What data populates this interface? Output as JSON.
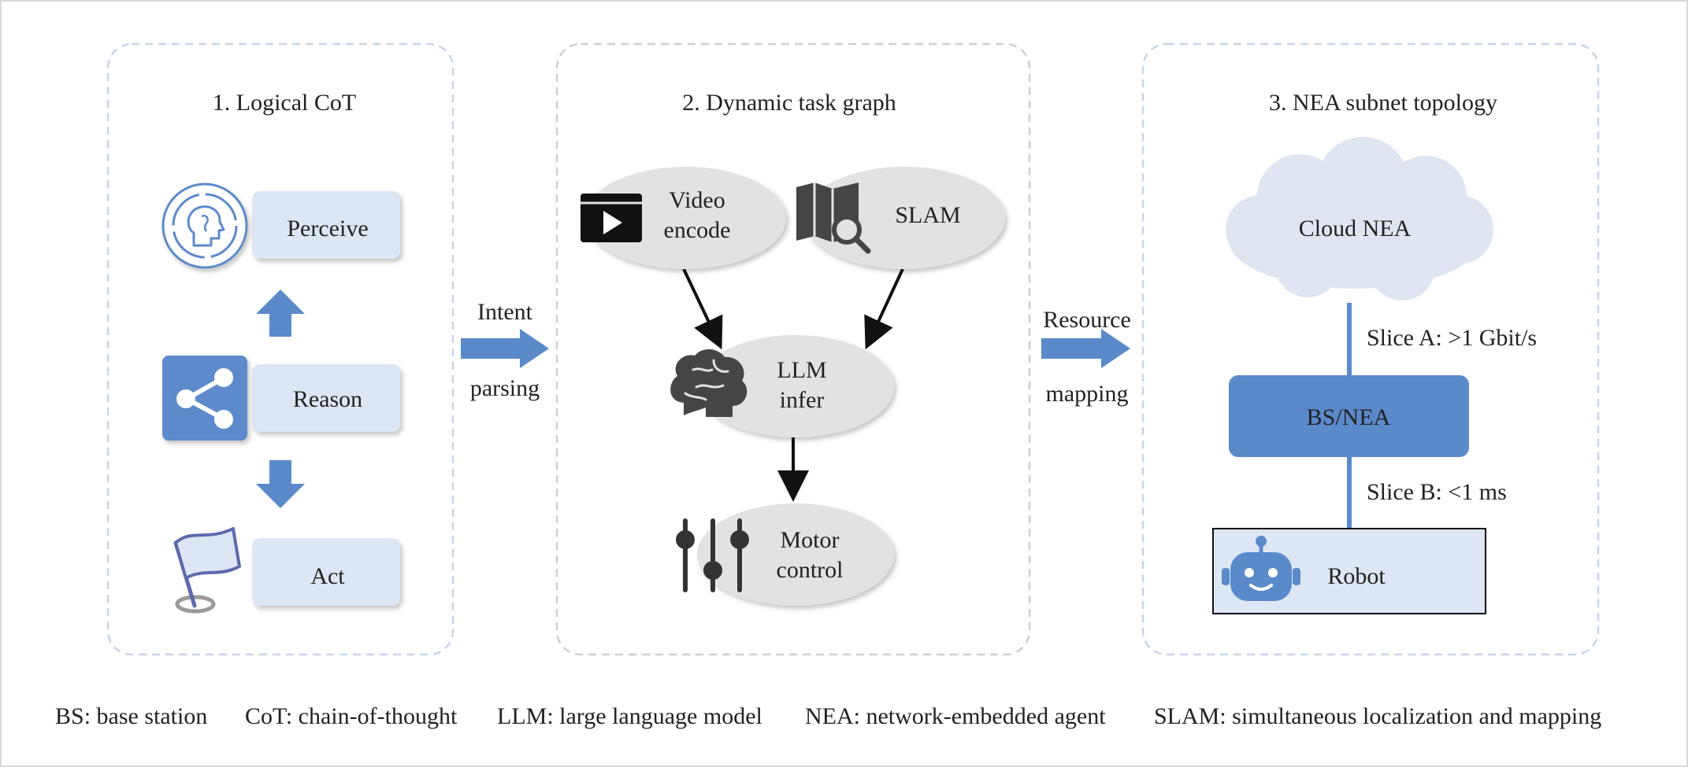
{
  "panels": {
    "cot": {
      "title": "1.  Logical CoT",
      "steps": [
        "Perceive",
        "Reason",
        "Act"
      ],
      "icons": [
        "head-cycle-icon",
        "share-icon",
        "flag-icon"
      ]
    },
    "graph": {
      "title": "2.  Dynamic task graph",
      "nodes": {
        "video": [
          "Video",
          "encode"
        ],
        "slam": "SLAM",
        "llm": [
          "LLM",
          "infer"
        ],
        "motor": [
          "Motor",
          "control"
        ]
      },
      "icons": [
        "video-play-icon",
        "map-search-icon",
        "brain-icon",
        "sliders-icon"
      ]
    },
    "topology": {
      "title": "3.  NEA subnet topology",
      "cloud": "Cloud NEA",
      "bs": "BS/NEA",
      "robot": "Robot",
      "slice_a": "Slice A: >1 Gbit/s",
      "slice_b": "Slice B: <1 ms",
      "icons": [
        "robot-icon"
      ]
    }
  },
  "connectors": {
    "intent": [
      "Intent",
      "parsing"
    ],
    "resource": [
      "Resource",
      "mapping"
    ]
  },
  "legend": [
    "BS: base station",
    "CoT: chain-of-thought",
    "LLM: large language model",
    "NEA: network-embedded agent",
    "SLAM: simultaneous localization and mapping"
  ],
  "colors": {
    "accent": "#5b8acb",
    "step_box": "#dde6f4",
    "node_fill": "#e2e2e4",
    "cloud_fill": "#dfe6f2",
    "dashed_border": "#c9d4e6",
    "icon_dark": "#2f2f2f"
  }
}
